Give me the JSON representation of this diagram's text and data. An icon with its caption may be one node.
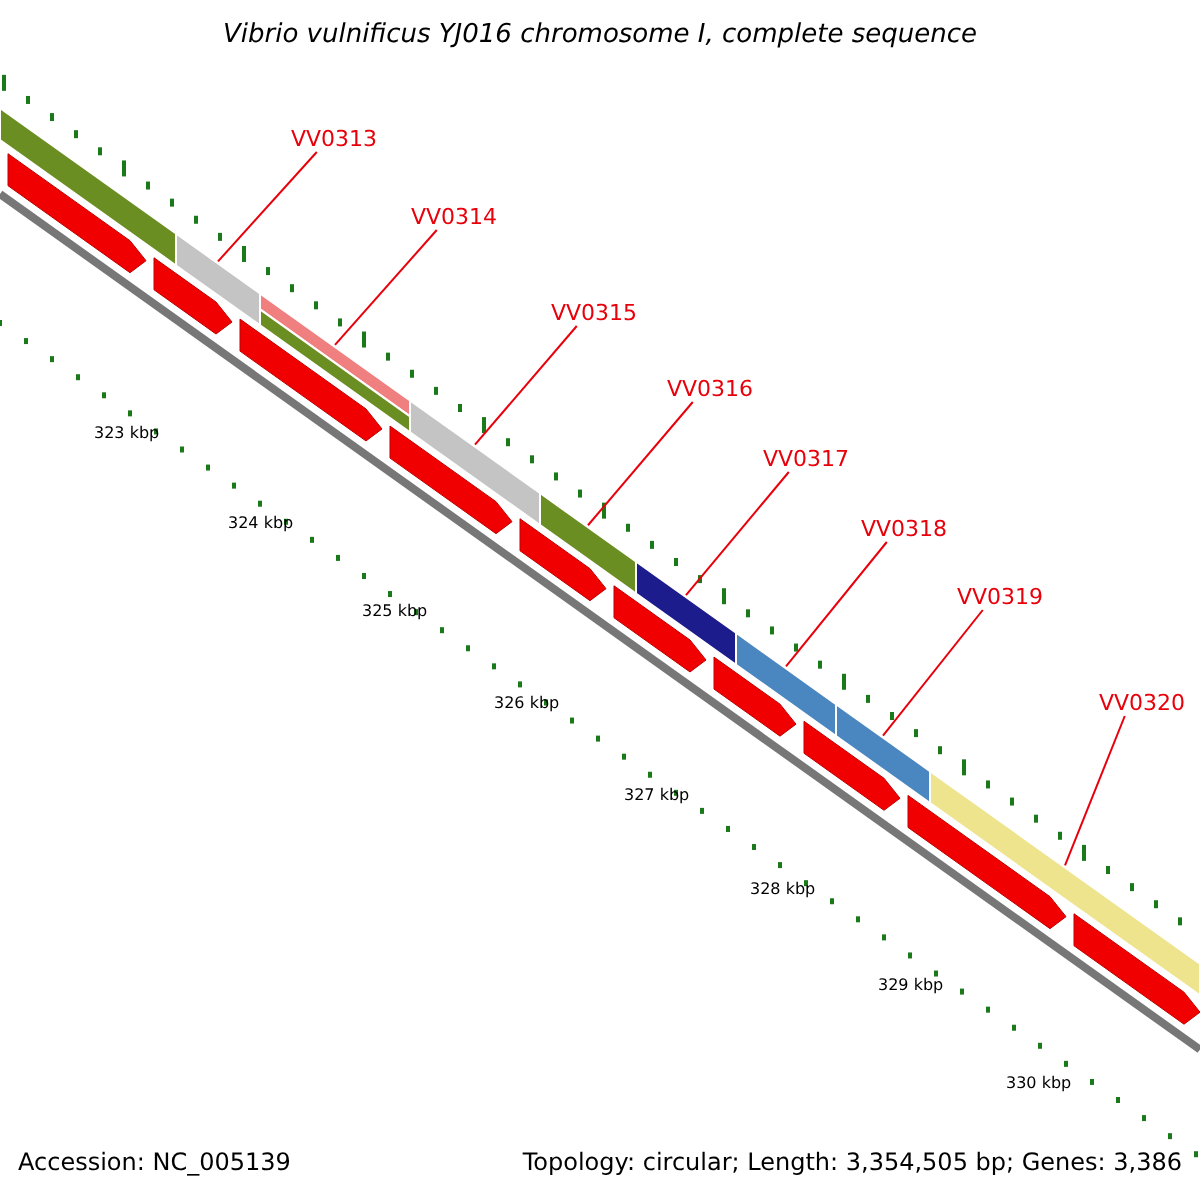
{
  "diagram": {
    "title": "Vibrio vulnificus YJ016 chromosome I, complete sequence",
    "nodes": [
      {
        "text": [
          "VV0313"
        ]
      },
      {
        "text": [
          "VV0314"
        ]
      },
      {
        "text": [
          "VV0315"
        ]
      },
      {
        "text": [
          "VV0316"
        ]
      },
      {
        "text": [
          "VV0317"
        ]
      },
      {
        "text": [
          "VV0318"
        ]
      },
      {
        "text": [
          "VV0319"
        ]
      },
      {
        "text": [
          "VV0320"
        ]
      },
      {
        "text": [],
        "shape": "bar"
      },
      {
        "text": [],
        "shape": "bar"
      },
      {
        "text": [],
        "shape": "bar"
      },
      {
        "text": [],
        "shape": "bar"
      },
      {
        "text": [],
        "shape": "bar"
      },
      {
        "text": [],
        "shape": "bar"
      },
      {
        "text": [],
        "shape": "bar"
      },
      {
        "text": [],
        "shape": "bar"
      },
      {
        "text": [],
        "shape": "bar"
      },
      {
        "text": [],
        "shape": "bar"
      },
      {
        "text": [],
        "shape": "bar"
      },
      {
        "text": [],
        "shape": "bar"
      },
      {
        "text": [],
        "shape": "bar"
      },
      {
        "text": [],
        "shape": "bar"
      },
      {
        "text": [],
        "shape": "bar"
      },
      {
        "text": [],
        "shape": "bar"
      },
      {
        "text": [],
        "shape": "bar"
      },
      {
        "text": [],
        "shape": "bar"
      },
      {
        "text": [],
        "shape": "bar"
      }
    ],
    "edges": [
      {
        "from": 0,
        "to": 9,
        "arrow": "none"
      },
      {
        "from": 1,
        "to": 10,
        "arrow": "none"
      },
      {
        "from": 2,
        "to": 11,
        "arrow": "none"
      },
      {
        "from": 3,
        "to": 12,
        "arrow": "none"
      },
      {
        "from": 4,
        "to": 13,
        "arrow": "none"
      },
      {
        "from": 5,
        "to": 14,
        "arrow": "none"
      },
      {
        "from": 6,
        "to": 15,
        "arrow": "none"
      },
      {
        "from": 7,
        "to": 16,
        "arrow": "none"
      }
    ],
    "labels": [
      "323 kbp",
      "324 kbp",
      "325 kbp",
      "326 kbp",
      "327 kbp",
      "328 kbp",
      "329 kbp",
      "330 kbp",
      "Accession: NC_005139",
      "Topology: circular; Length: 3,354,505 bp; Genes: 3,386"
    ]
  }
}
